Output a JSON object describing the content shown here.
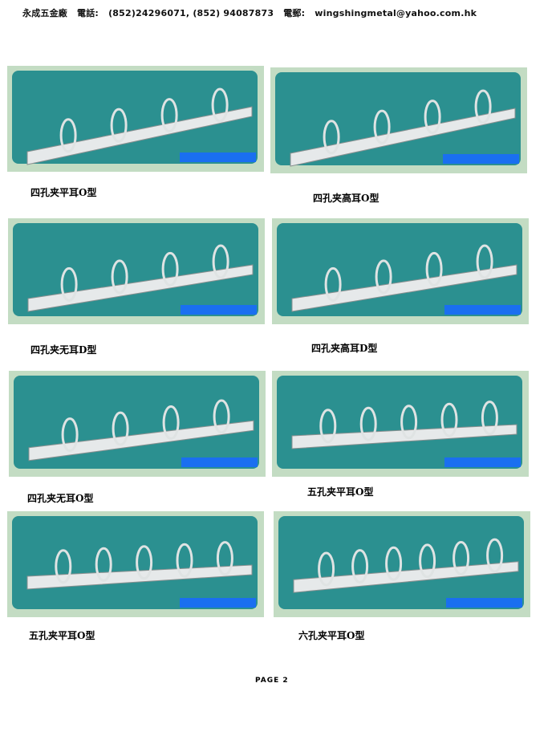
{
  "header": {
    "company": "永成五金廠",
    "phone_label": "電話:",
    "phone": "(852)24296071, (852) 94087873",
    "email_label": "電郵:",
    "email": "wingshingmetal@yahoo.com.hk"
  },
  "products": [
    {
      "caption": "四孔夹平耳O型",
      "rings": 4
    },
    {
      "caption": "四孔夹高耳O型",
      "rings": 4
    },
    {
      "caption": "四孔夹无耳D型",
      "rings": 4
    },
    {
      "caption": "四孔夹高耳D型",
      "rings": 4
    },
    {
      "caption": "四孔夹无耳O型",
      "rings": 4
    },
    {
      "caption": "五孔夹平耳O型",
      "rings": 5
    },
    {
      "caption": "五孔夹平耳O型",
      "rings": 5
    },
    {
      "caption": "六孔夹平耳O型",
      "rings": 6
    }
  ],
  "footer": {
    "page": "PAGE  2"
  }
}
